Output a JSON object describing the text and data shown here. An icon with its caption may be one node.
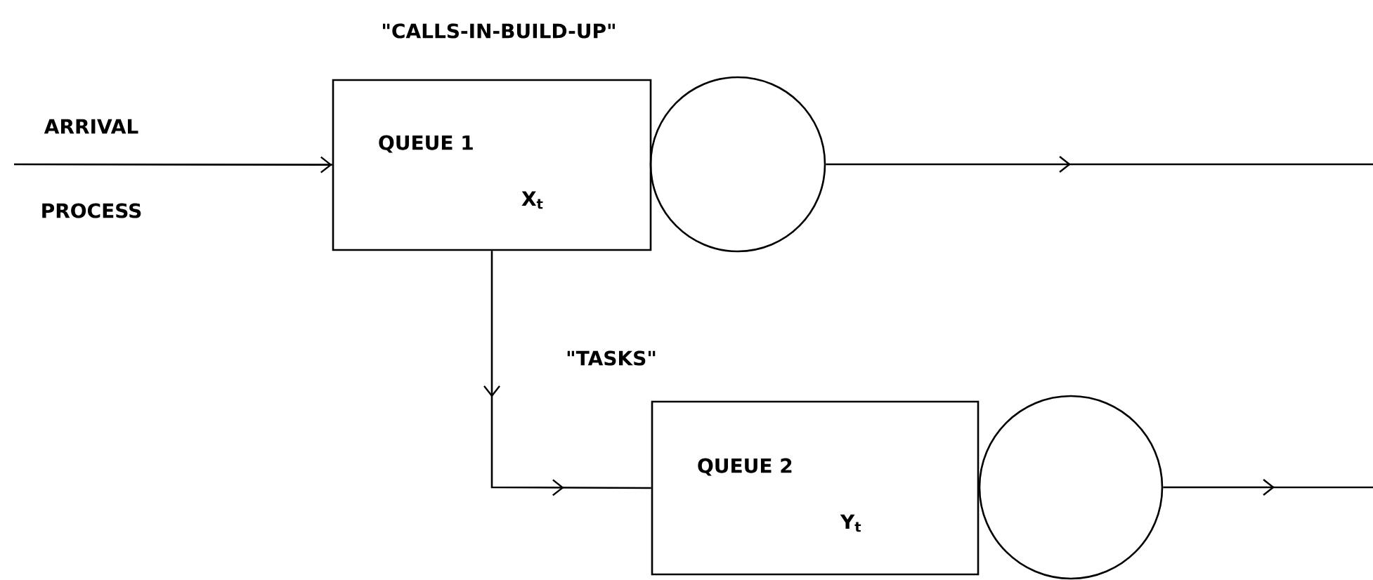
{
  "diagram": {
    "nodes": [
      {
        "text": [
          "QUEUE 1",
          "X$_{t}$"
        ],
        "beside": [
          "\"CALLS-IN-BUILD-UP\""
        ]
      },
      {
        "text": [],
        "shape": "circle"
      },
      {
        "text": [
          "QUEUE 2",
          "Y$_{t}$"
        ],
        "beside": [
          "\"TASKS\""
        ]
      },
      {
        "text": [],
        "shape": "circle"
      }
    ],
    "edges": [
      {
        "from": null,
        "to": 0,
        "arrow": "to"
      },
      {
        "from": 1,
        "to": null,
        "arrow": "to"
      },
      {
        "from": 0,
        "to": 2,
        "arrow": "to"
      },
      {
        "from": 3,
        "to": null,
        "arrow": "to"
      }
    ],
    "labels": [
      "ARRIVAL",
      "PROCESS"
    ]
  }
}
